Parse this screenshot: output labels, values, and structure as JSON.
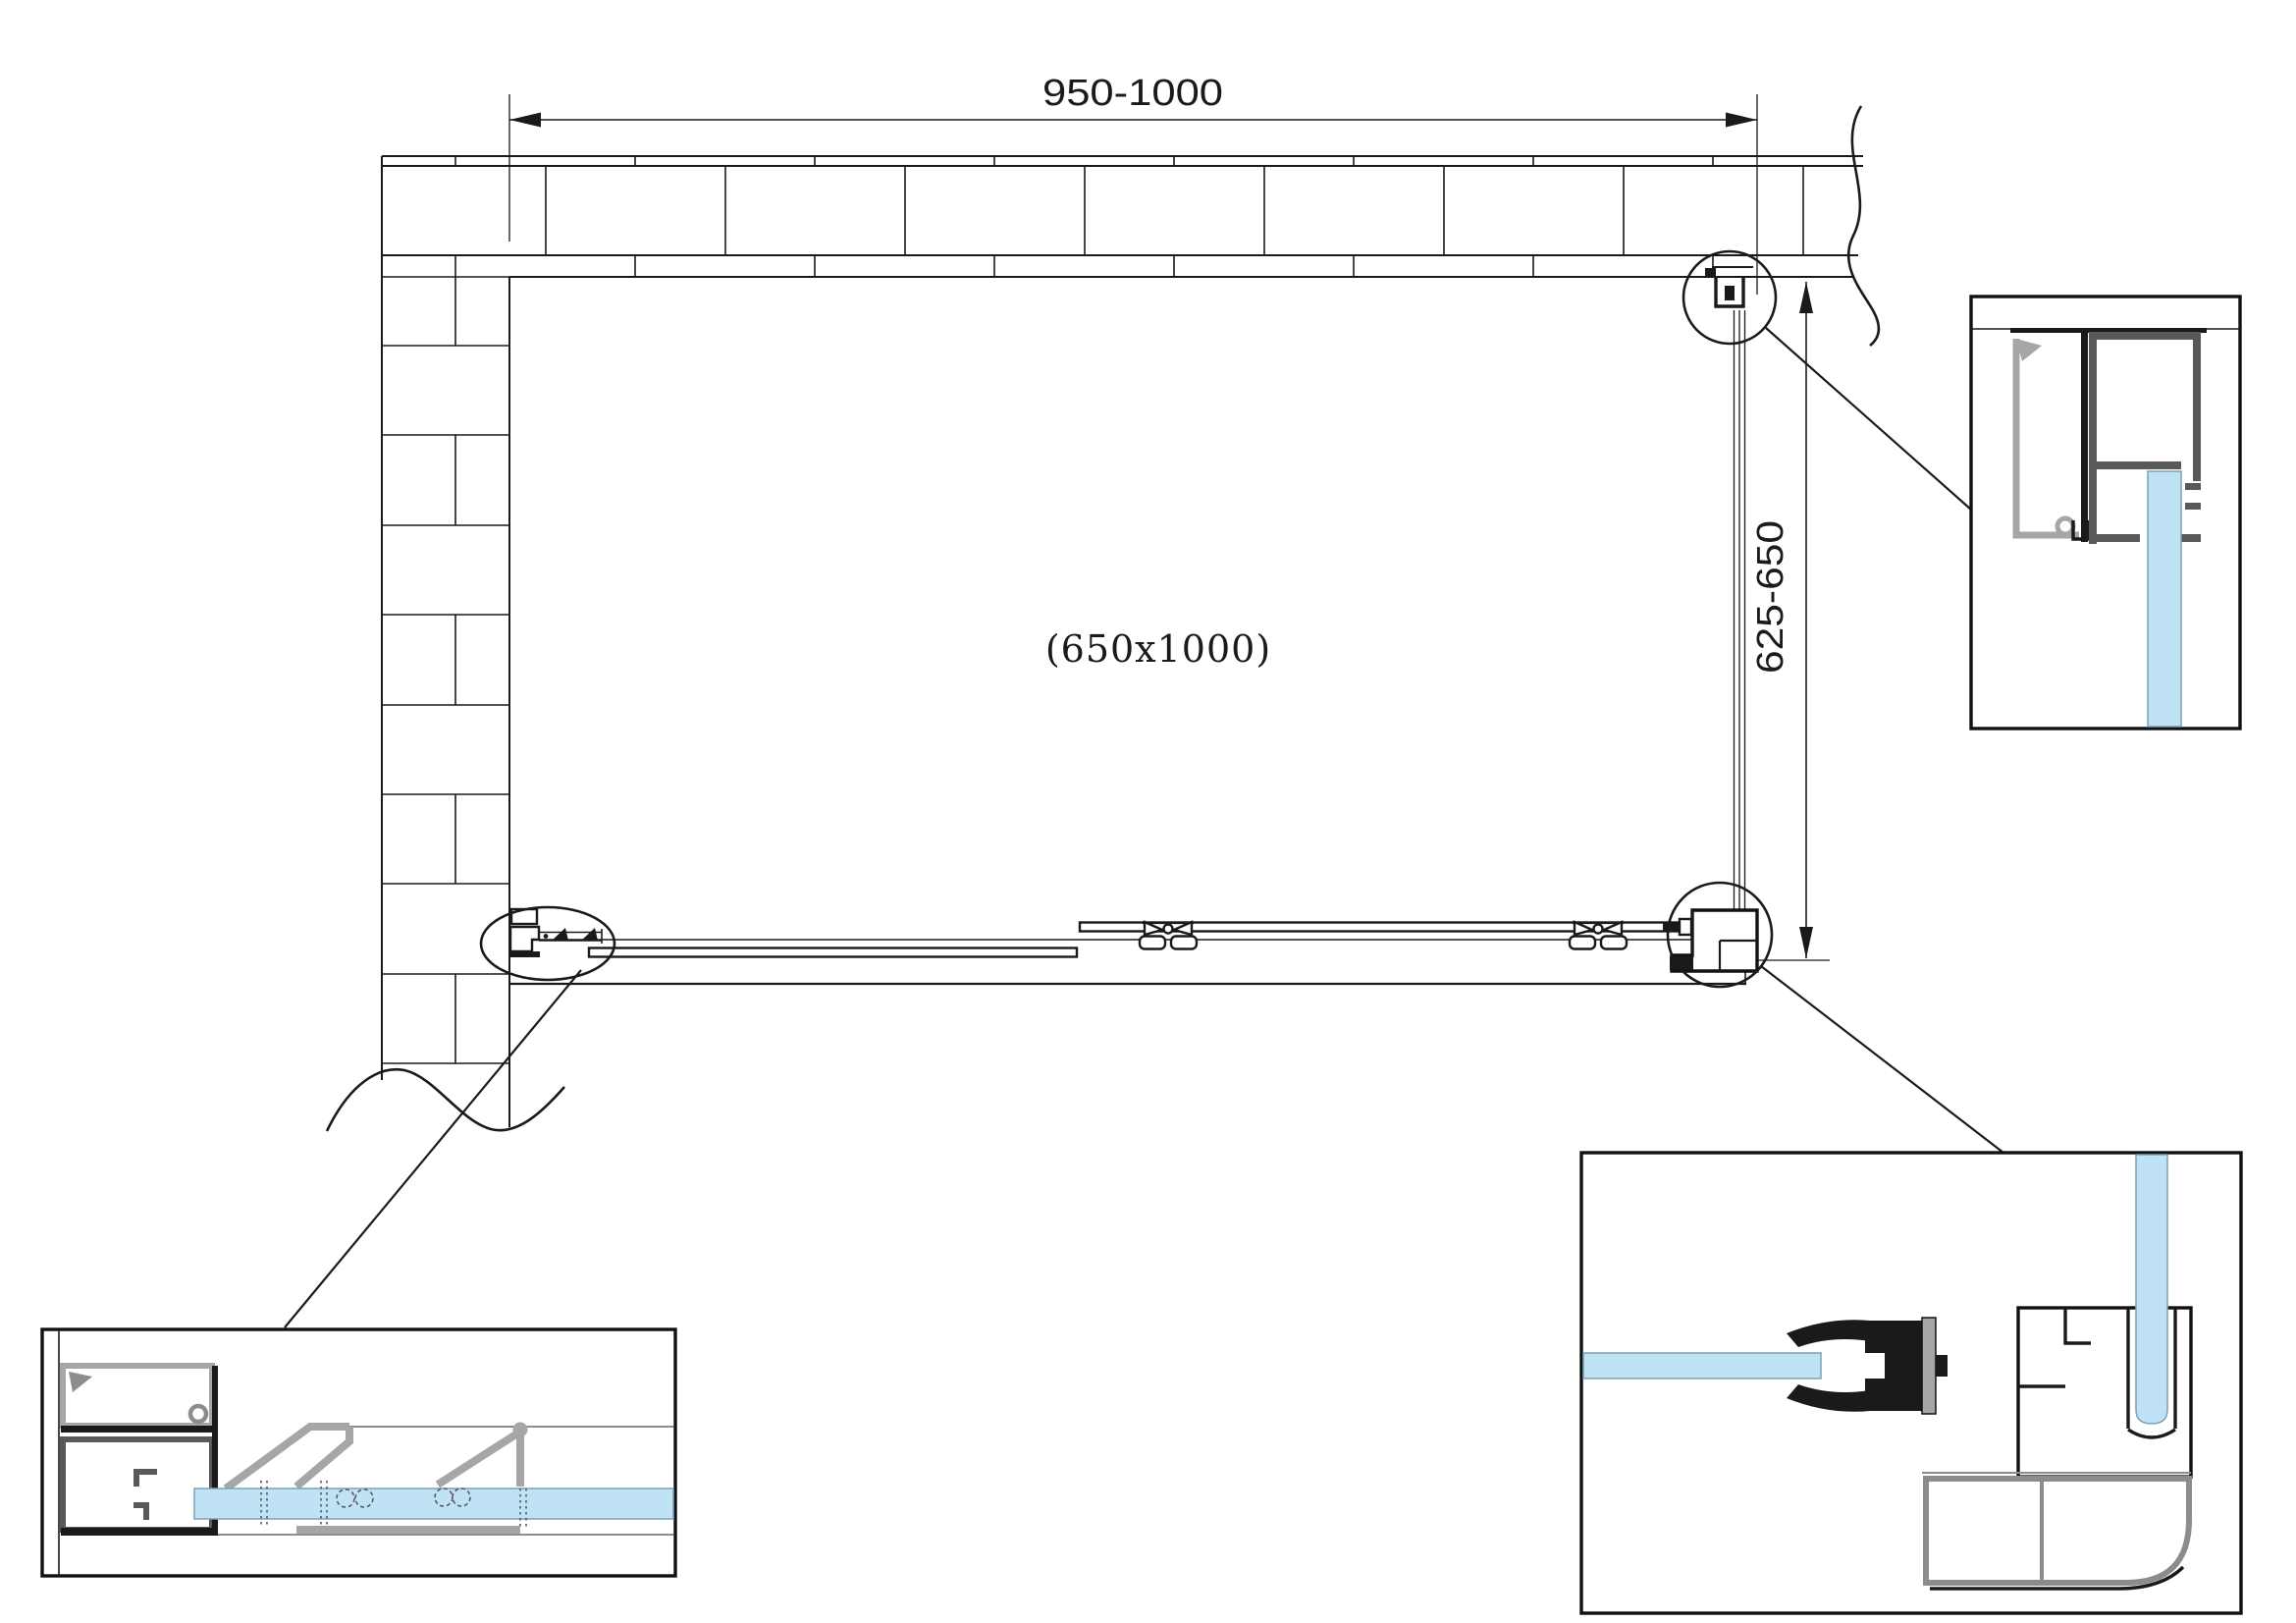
{
  "drawing": {
    "dim_width": "950-1000",
    "dim_depth": "625-650",
    "glass_size": "(650x1000)"
  },
  "colors": {
    "glass": "#bfe2f5",
    "line": "#1a1a1a",
    "profile_light": "#a6a6a6",
    "profile_medium": "#8c8c8c",
    "profile_dark": "#595959",
    "background": "#ffffff"
  }
}
